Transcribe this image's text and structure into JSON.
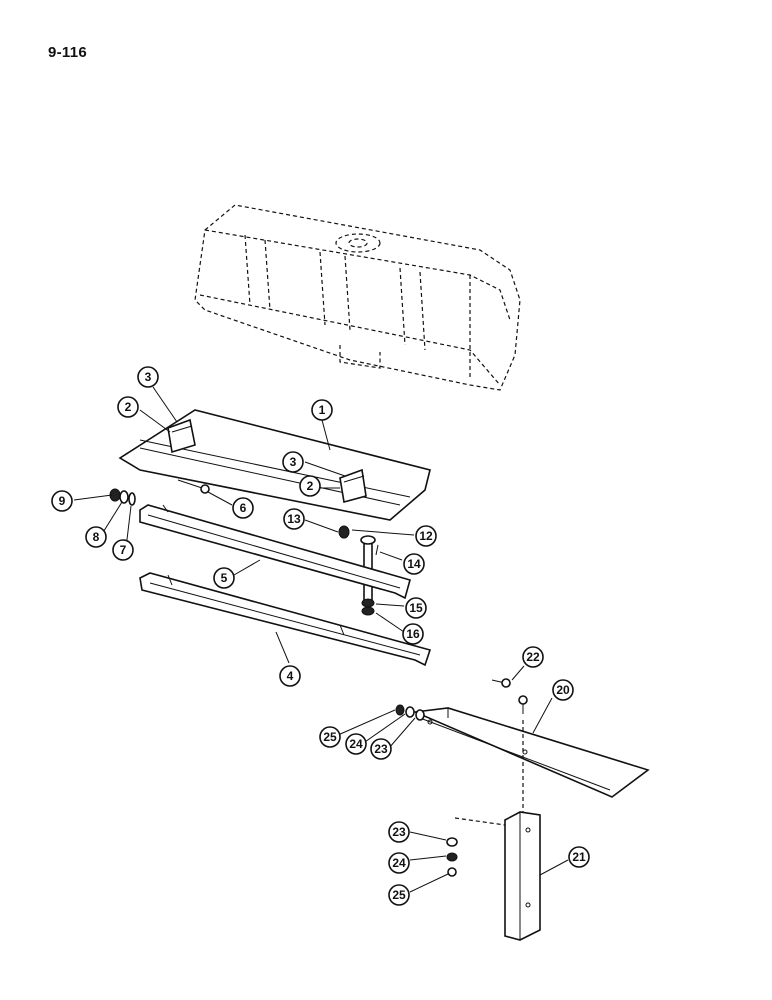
{
  "page_number": "9-116",
  "callouts": {
    "c1": "1",
    "c2a": "2",
    "c3a": "3",
    "c2b": "2",
    "c3b": "3",
    "c4": "4",
    "c5": "5",
    "c6": "6",
    "c7": "7",
    "c8": "8",
    "c9": "9",
    "c12": "12",
    "c13": "13",
    "c14": "14",
    "c15": "15",
    "c16": "16",
    "c20": "20",
    "c21": "21",
    "c22": "22",
    "c23a": "23",
    "c24a": "24",
    "c25a": "25",
    "c23b": "23",
    "c24b": "24",
    "c25b": "25"
  }
}
